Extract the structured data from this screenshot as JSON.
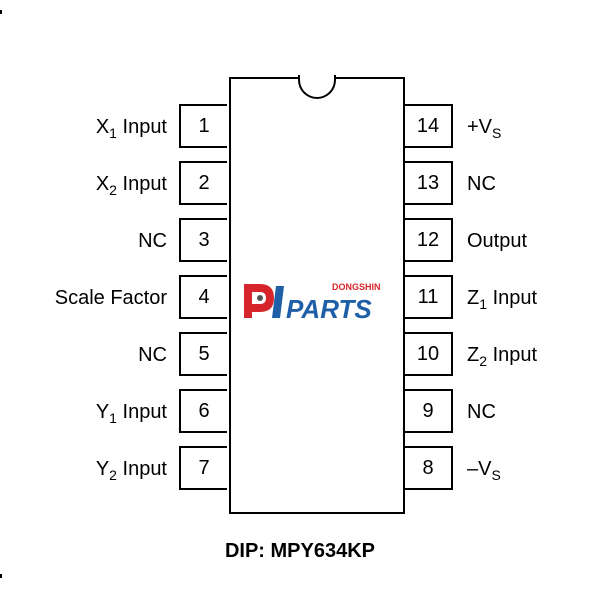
{
  "title": "DIP: MPY634KP",
  "logo": {
    "top_text": "DONGSHIN",
    "main_text": "PARTS"
  },
  "pins": [
    {
      "number": "1",
      "label": "X",
      "sub": "1",
      "suffix": " Input",
      "side": "left"
    },
    {
      "number": "2",
      "label": "X",
      "sub": "2",
      "suffix": " Input",
      "side": "left"
    },
    {
      "number": "3",
      "label": "NC",
      "sub": "",
      "suffix": "",
      "side": "left"
    },
    {
      "number": "4",
      "label": "Scale Factor",
      "sub": "",
      "suffix": "",
      "side": "left"
    },
    {
      "number": "5",
      "label": "NC",
      "sub": "",
      "suffix": "",
      "side": "left"
    },
    {
      "number": "6",
      "label": "Y",
      "sub": "1",
      "suffix": " Input",
      "side": "left"
    },
    {
      "number": "7",
      "label": "Y",
      "sub": "2",
      "suffix": " Input",
      "side": "left"
    },
    {
      "number": "14",
      "label": "+V",
      "sub": "S",
      "suffix": "",
      "side": "right"
    },
    {
      "number": "13",
      "label": "NC",
      "sub": "",
      "suffix": "",
      "side": "right"
    },
    {
      "number": "12",
      "label": "Output",
      "sub": "",
      "suffix": "",
      "side": "right"
    },
    {
      "number": "11",
      "label": "Z",
      "sub": "1",
      "suffix": " Input",
      "side": "right"
    },
    {
      "number": "10",
      "label": "Z",
      "sub": "2",
      "suffix": " Input",
      "side": "right"
    },
    {
      "number": "9",
      "label": "NC",
      "sub": "",
      "suffix": "",
      "side": "right"
    },
    {
      "number": "8",
      "label": "–V",
      "sub": "S",
      "suffix": "",
      "side": "right"
    }
  ],
  "colors": {
    "logo_red": "#d7262b",
    "logo_blue": "#1f5fa8",
    "logo_grey": "#555555"
  }
}
